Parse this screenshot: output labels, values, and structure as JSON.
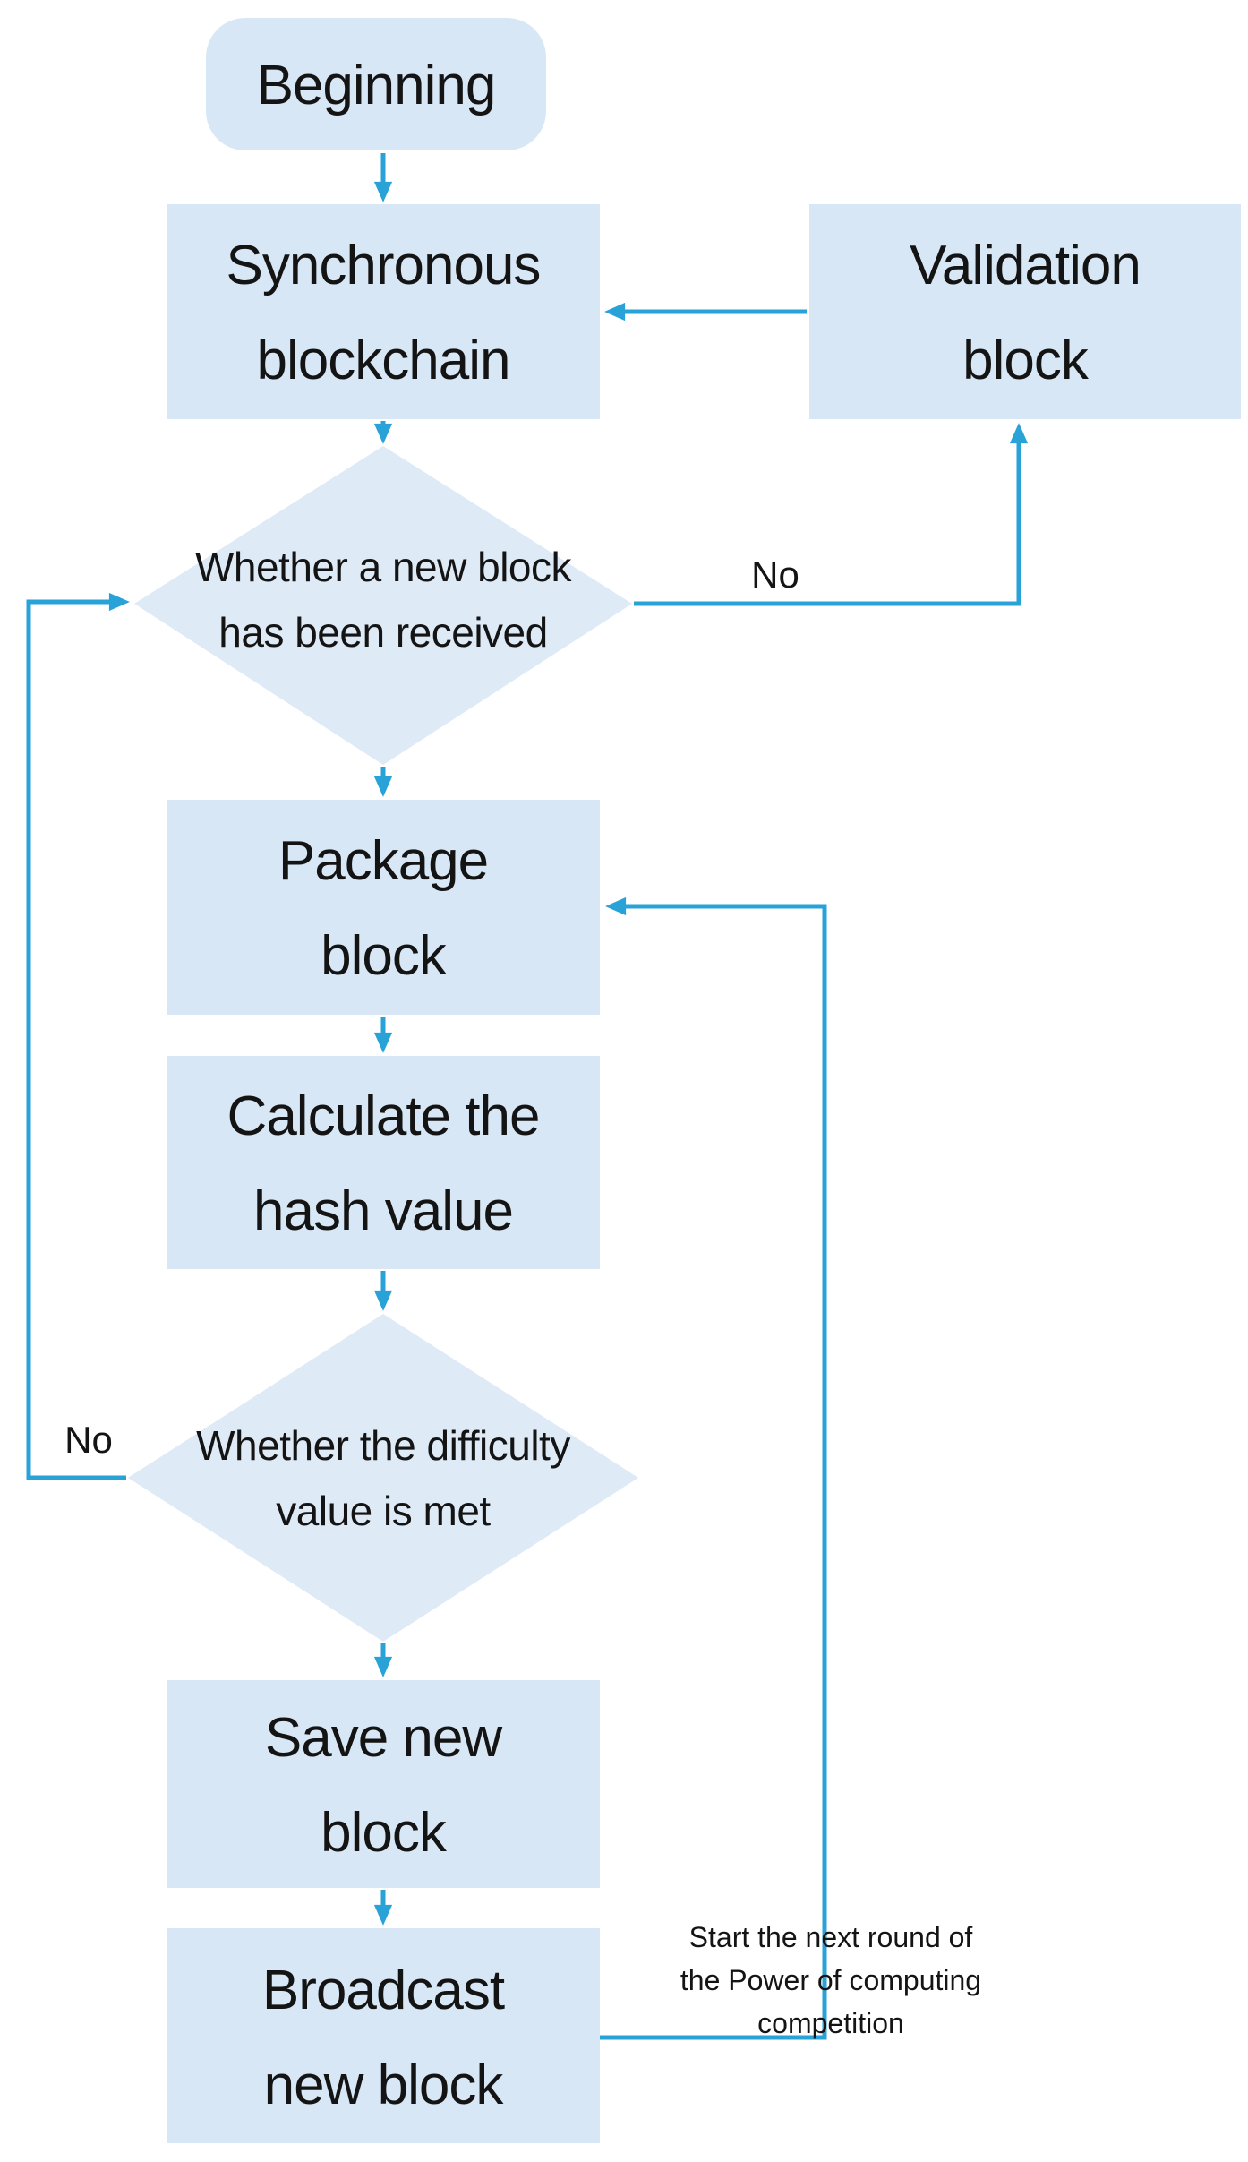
{
  "colors": {
    "process_fill": "#d8e7f5",
    "decision_fill": "#dfeaf7",
    "arrow": "#29a2d8",
    "text": "#141414",
    "background": "#ffffff"
  },
  "nodes": {
    "beginning": {
      "label": "Beginning"
    },
    "sync_blockchain": {
      "line1": "Synchronous",
      "line2": "blockchain"
    },
    "validation_block": {
      "line1": "Validation",
      "line2": "block"
    },
    "decision_new_block": {
      "line1": "Whether a new block",
      "line2": "has been received"
    },
    "package_block": {
      "line1": "Package",
      "line2": "block"
    },
    "calculate_hash": {
      "line1": "Calculate the",
      "line2": "hash value"
    },
    "decision_difficulty": {
      "line1": "Whether the difficulty",
      "line2": "value is met"
    },
    "save_block": {
      "line1": "Save new",
      "line2": "block"
    },
    "broadcast_block": {
      "line1": "Broadcast",
      "line2": "new block"
    }
  },
  "edge_labels": {
    "no_received": "No",
    "no_difficulty": "No",
    "restart": {
      "line1": "Start the next round of",
      "line2": "the Power of computing",
      "line3": "competition"
    }
  }
}
